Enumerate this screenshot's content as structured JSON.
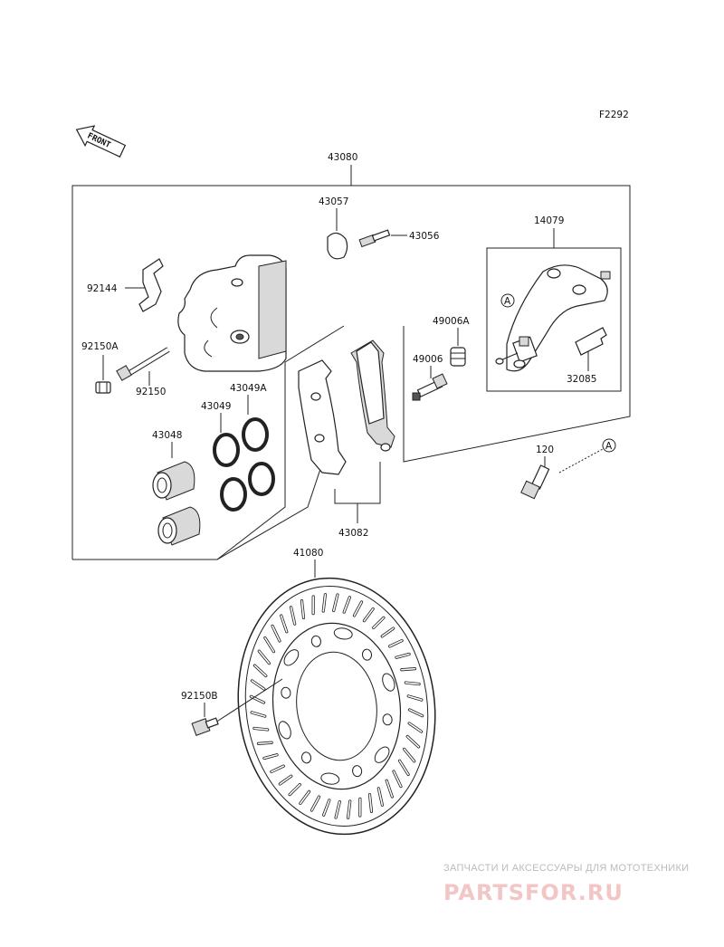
{
  "diagram_code": "F2292",
  "front_arrow": "FRONT",
  "labels": {
    "p43080": "43080",
    "p43057": "43057",
    "p43056": "43056",
    "p14079": "14079",
    "p92144": "92144",
    "p49006A": "49006A",
    "p92150A": "92150A",
    "p49006": "49006",
    "p92150": "92150",
    "p32085": "32085",
    "p43049A": "43049A",
    "p43049": "43049",
    "p43048": "43048",
    "p120": "120",
    "p43082": "43082",
    "p41080": "41080",
    "p92150B": "92150B"
  },
  "reference_marker": "A",
  "watermark": {
    "subtitle": "ЗАПЧАСТИ И АКСЕССУАРЫ ДЛЯ МОТОТЕХНИКИ",
    "brand": "PARTSFOR.RU"
  },
  "colors": {
    "line": "#222222",
    "watermark_brand": "#f3c6c6",
    "watermark_text": "#bbbbbb"
  }
}
